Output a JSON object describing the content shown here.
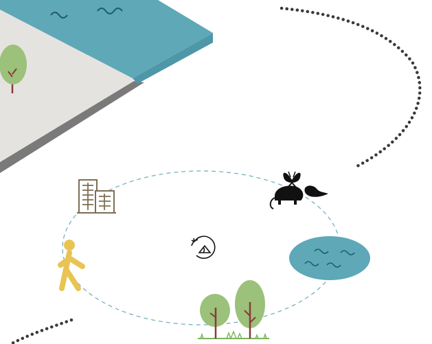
{
  "diagram": {
    "elements": [
      {
        "id": "land-platform",
        "icon": "isometric-land-platform"
      },
      {
        "id": "water-platform",
        "icon": "isometric-water-body"
      },
      {
        "id": "platform-tree",
        "icon": "tree-icon"
      },
      {
        "id": "cycle-ring",
        "icon": "dashed-ellipse-loop"
      },
      {
        "id": "building",
        "icon": "building-icon"
      },
      {
        "id": "wildlife",
        "icon": "animals-icon"
      },
      {
        "id": "pond",
        "icon": "pond-icon"
      },
      {
        "id": "trees",
        "icon": "trees-icon"
      },
      {
        "id": "person",
        "icon": "walking-person-icon"
      },
      {
        "id": "recycle",
        "icon": "cycle-refresh-icon"
      }
    ]
  },
  "colors": {
    "water": "#5ea8b8",
    "water_side": "#4d97a8",
    "land": "#e5e3e0",
    "land_side": "#7a7a7a",
    "tree_leaf": "#9bc17a",
    "tree_trunk": "#8a3a3a",
    "grass": "#7fb35e",
    "building": "#7d6e55",
    "person": "#e8c454",
    "dots": "#3a3a3a",
    "ring": "#6aaab9",
    "animal": "#111111"
  }
}
